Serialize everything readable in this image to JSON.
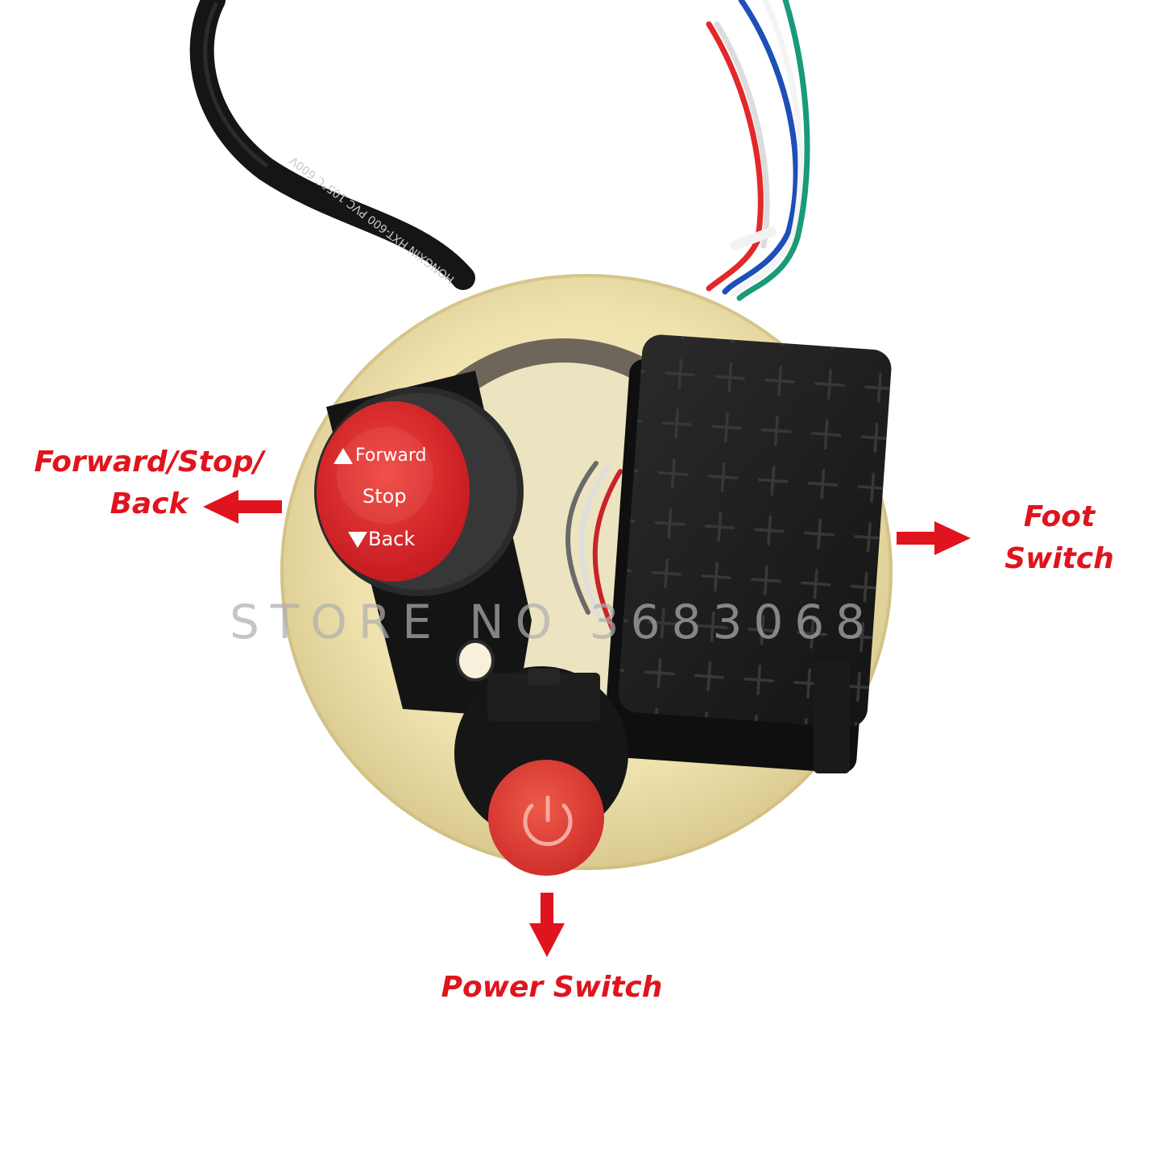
{
  "labels": {
    "direction": [
      "Forward/Stop/",
      "Back"
    ],
    "foot": [
      "Foot",
      "Switch"
    ],
    "power": "Power Switch"
  },
  "watermark": "STORE NO 3683068",
  "cable_print": "HONGXIN HXT-600 PVC 105°C 600V",
  "direction_button": {
    "forward": "Forward",
    "stop": "Stop",
    "back": "Back"
  },
  "colors": {
    "label_red": "#e0141e",
    "button_red": "#e2262b",
    "base_cream": "#f0e4b0",
    "body_black": "#1a1a1a"
  },
  "icons": {
    "power_button": "power-icon",
    "arrows": "arrow-icon"
  }
}
